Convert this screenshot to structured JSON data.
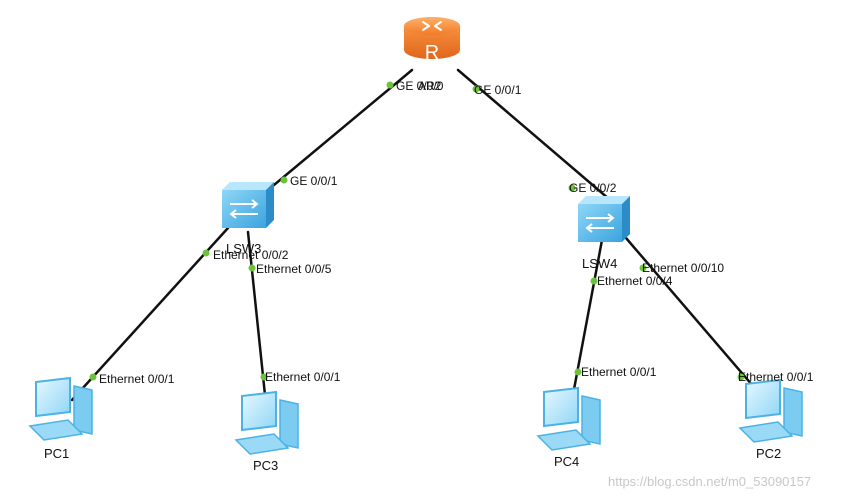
{
  "devices": {
    "router": "AR2",
    "lsw3": "LSW3",
    "lsw4": "LSW4",
    "pc1": "PC1",
    "pc2": "PC2",
    "pc3": "PC3",
    "pc4": "PC4"
  },
  "ports": {
    "ar_g00": "GE 0/0/0",
    "ar_g01": "GE 0/0/1",
    "lsw3_up": "GE 0/0/1",
    "lsw3_p2": "Ethernet 0/0/2",
    "lsw3_p5": "Ethernet 0/0/5",
    "lsw4_up": "GE 0/0/2",
    "lsw4_p4": "Ethernet 0/0/4",
    "lsw4_p10": "Ethernet 0/0/10",
    "pc1_p": "Ethernet 0/0/1",
    "pc3_p": "Ethernet 0/0/1",
    "pc4_p": "Ethernet 0/0/1",
    "pc2_p": "Ethernet 0/0/1"
  },
  "watermark": "https://blog.csdn.net/m0_53090157",
  "icons": {
    "router": "router-icon",
    "switch": "switch-icon",
    "pc": "pc-icon"
  },
  "colors": {
    "port_dot": "#6cc23a",
    "link": "#111111",
    "router_orange": "#f08a3c",
    "switch_blue": "#5ab8ea",
    "pc_blue": "#6cc6f0"
  }
}
